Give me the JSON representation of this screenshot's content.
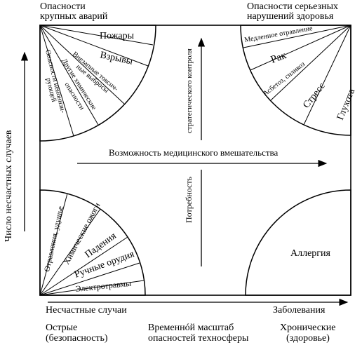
{
  "corners": {
    "top_left": [
      "Опасности",
      "крупных аварий"
    ],
    "top_right": [
      "Опасности серьезных",
      "нарушений здоровья"
    ]
  },
  "left_axis_label": "Число несчастных случаев",
  "sectors": {
    "top_left": [
      "Пожары",
      "Взрывы",
      "Внезапные токсич-",
      "ные выбросы",
      "Другие химические",
      "опасности",
      "Опасности неионизи-",
      "рующей"
    ],
    "top_right": [
      "Медленное отравление",
      "Рак",
      "Асбетоз, силикоз",
      "Стресс",
      "Глухота"
    ],
    "bottom_left": [
      "Электротравмы",
      "Ручные орудия",
      "Падения",
      "Химические ожоги",
      "Отравления, удушье"
    ]
  },
  "center": {
    "strategic_control": "стратегического контроля",
    "need": "Потребность",
    "medical_intervention": "Возможность медицинского вмешательства"
  },
  "allergy": "Аллергия",
  "bottom": {
    "accidents": "Несчастные случаи",
    "diseases": "Заболевания",
    "acute": [
      "Острые",
      "(безопасность)"
    ],
    "time_scale": [
      "Временнóй масштаб",
      "опасностей техносферы"
    ],
    "chronic": [
      "Хронические",
      "(здоровье)"
    ]
  }
}
